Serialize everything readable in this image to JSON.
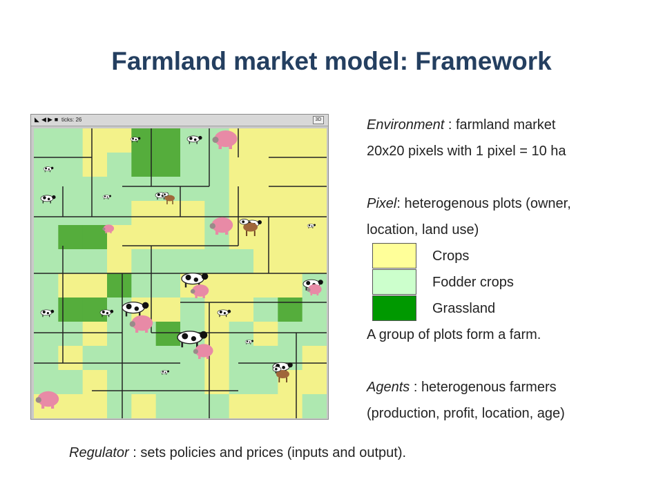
{
  "title": "Farmland market model: Framework",
  "netlogo": {
    "ticks_label": "ticks: 26",
    "view_3d_label": "3D",
    "controls": [
      "◣",
      "◀",
      "▶",
      "■"
    ]
  },
  "environment": {
    "label": "Environment",
    "sep": " : ",
    "text": "farmland market",
    "detail": "20x20 pixels with 1 pixel = 10 ha"
  },
  "pixel": {
    "label": "Pixel",
    "sep": ": ",
    "text": "heterogenous plots (owner,",
    "text2": "location, land use)"
  },
  "legend": [
    {
      "label": "Crops",
      "color": "#ffff99"
    },
    {
      "label": "Fodder crops",
      "color": "#ccffcc"
    },
    {
      "label": "Grassland",
      "color": "#009900"
    }
  ],
  "farm_note": "A group of plots form a farm.",
  "agents": {
    "label": "Agents",
    "sep": " : ",
    "text": "heterogenous farmers",
    "text2": "(production, profit, location, age)"
  },
  "regulator": {
    "label": "Regulator",
    "sep": " : ",
    "text": "sets policies and prices (inputs and output)."
  },
  "colors": {
    "crop_patch": "#f3f28a",
    "fodder_patch": "#aee8b0",
    "grass_patch": "#55ad3c",
    "title": "#243f60",
    "pig": "#e88aa6"
  }
}
